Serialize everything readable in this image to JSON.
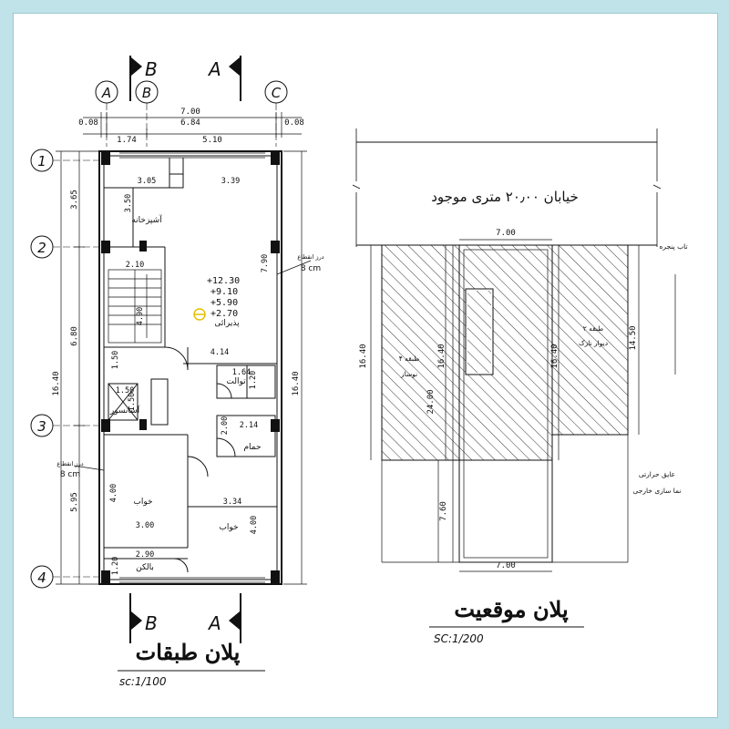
{
  "frame": {
    "background": "#ffffff",
    "border": "#bfe3e8"
  },
  "grid_axes": {
    "columns": [
      "A",
      "B",
      "C"
    ],
    "rows": [
      "1",
      "2",
      "3",
      "4"
    ]
  },
  "section_marks": {
    "top_left": "B",
    "top_right": "A",
    "bottom_left": "B",
    "bottom_right": "A"
  },
  "floor_plan": {
    "top_dims": {
      "total": "7.00",
      "left_edge": "0.08",
      "seg1": "6.84",
      "right_edge": "0.08",
      "seg2": "1.74",
      "seg3": "5.10"
    },
    "left_dims": {
      "d1": "3.65",
      "d2": "6.80",
      "d3": "5.95",
      "total": "16.40"
    },
    "right_dims": {
      "total": "16.40"
    },
    "room_dims": {
      "kitchen_w": "3.05",
      "living_w": "3.39",
      "kitchen_h": "3.50",
      "living_h": "7.90",
      "stair_w": "2.10",
      "stair_h": "4.90",
      "hall_w": "4.14",
      "hall_h": "1.50",
      "wc_w": "1.64",
      "wc_h": "1.20",
      "shaft_w": "1.50",
      "shaft_h": "1.50",
      "bath_h": "2.00",
      "bath_w": "2.14",
      "bed1_h": "4.00",
      "bed1_w": "3.00",
      "bed2_w": "3.34",
      "bed2_h": "4.00",
      "balcony_w": "2.90",
      "balcony_h": "1.20"
    },
    "rooms": {
      "kitchen": "آشپزخانه",
      "reception": "پذیرائی",
      "wc": "توالت",
      "elevator": "آسانسور",
      "bath": "حمام",
      "bedroom1": "خواب",
      "bedroom2": "خواب",
      "balcony": "بالکن"
    },
    "levels": [
      "+12.30",
      "+9.10",
      "+5.90",
      "+2.70"
    ],
    "expansion_joint": "درز انقطاع",
    "expansion_cm": "8 cm",
    "title": "پلان طبقات",
    "scale": "sc:1/100"
  },
  "site_plan": {
    "street": "خیابان ۲۰٫۰۰ متری موجود",
    "dims": {
      "width_top": "7.00",
      "width_bottom": "7.00",
      "depth_left": "16.40",
      "depth_inner": "16.40",
      "depth_total": "24.00",
      "depth_right": "16.40",
      "right_block": "14.50",
      "yard": "7.60"
    },
    "labels": {
      "window_gap": "تاب پنجره",
      "four_floors": "۴ طبقه",
      "four_floors_note": "نوساز",
      "two_floors": "۲ طبقه",
      "two_floors_note": "دیوار نازک",
      "neighbor1": "عایق حرارتی",
      "neighbor2": "نما سازی خارجی"
    },
    "title": "پلان موقعیت",
    "scale": "SC:1/200"
  },
  "colors": {
    "ink": "#111111",
    "hatch": "#222222",
    "level_mark": "#e6c000"
  }
}
